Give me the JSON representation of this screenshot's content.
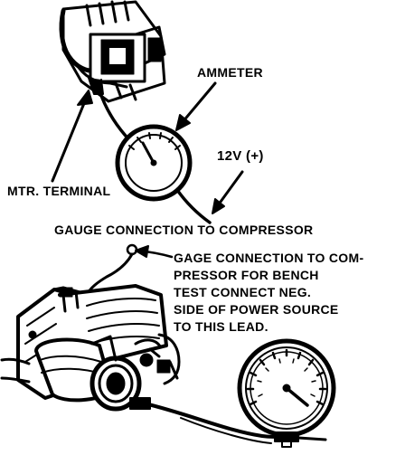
{
  "labels": {
    "ammeter": "AMMETER",
    "voltage": "12V (+)",
    "mtr_terminal": "MTR. TERMINAL",
    "gauge_connection": "GAUGE CONNECTION TO COMPRESSOR",
    "gage_note_lines": [
      "GAGE CONNECTION TO COM-",
      "PRESSOR FOR BENCH",
      "TEST CONNECT NEG.",
      "SIDE OF POWER SOURCE",
      "TO THIS LEAD."
    ]
  },
  "colors": {
    "ink": "#000000",
    "paper": "#ffffff"
  },
  "icons": [
    "motor-icon",
    "ammeter-icon",
    "compressor-icon",
    "pressure-gauge-icon"
  ]
}
